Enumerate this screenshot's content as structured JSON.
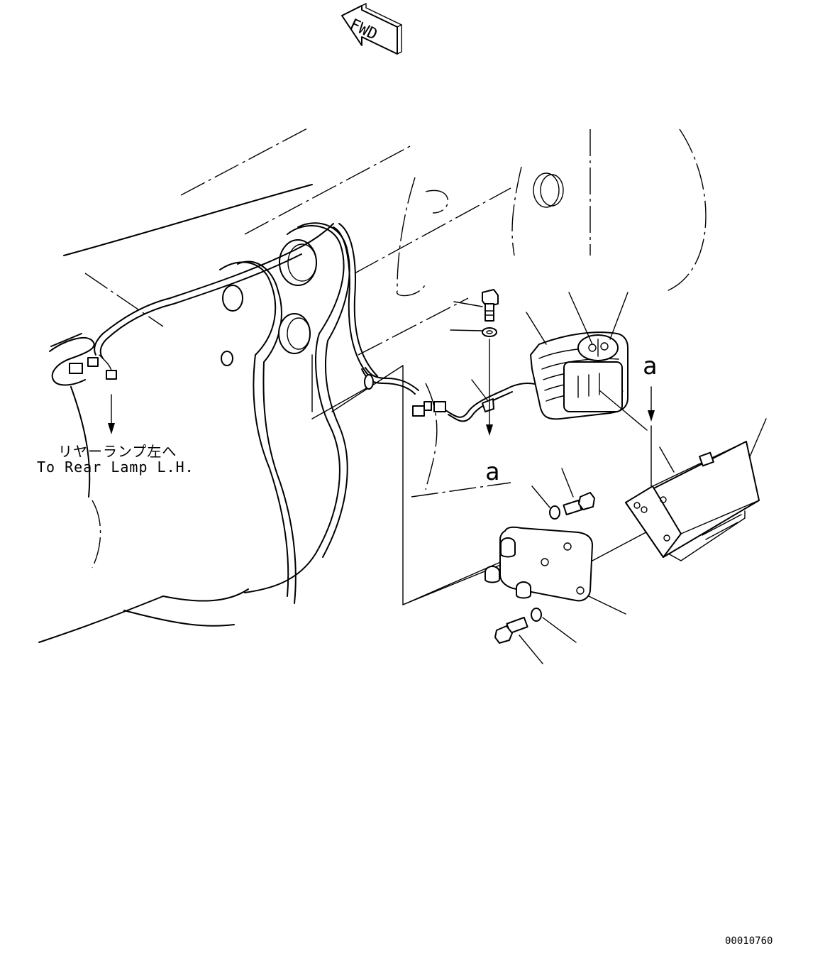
{
  "fwd_label": "FWD",
  "annotation": {
    "jp": "リヤーランプ左へ",
    "en": "To Rear Lamp L.H."
  },
  "detail_marker_a1": "a",
  "detail_marker_a2": "a",
  "drawing_number": "00010760"
}
